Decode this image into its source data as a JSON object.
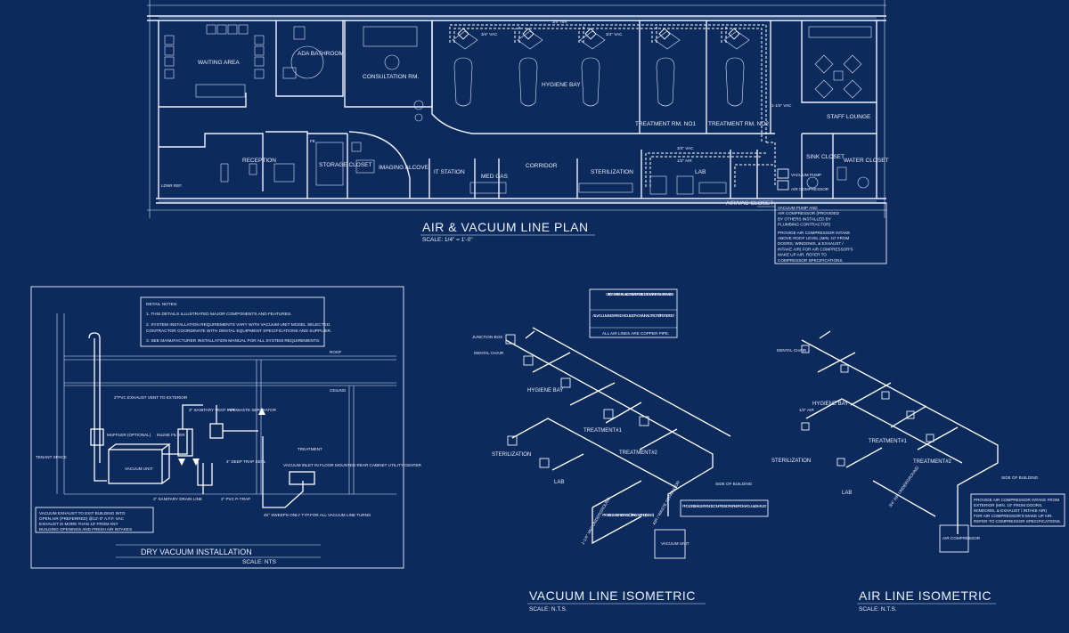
{
  "plan": {
    "title": "AIR & VACUUM LINE  PLAN",
    "scale": "SCALE: 1/4\" = 1'-0\"",
    "rooms": {
      "waiting": "WAITING AREA",
      "ada": "ADA BATHROOM",
      "consult": "CONSULTATION RM.",
      "hygiene": "HYGIENE BAY",
      "treat1": "TREATMENT RM. NO1",
      "treat2": "TREATMENT RM. NO2",
      "staff": "STAFF LOUNGE",
      "reception": "RECEPTION",
      "storage": "STORAGE CLOSET",
      "imaging": "IMAGING ALCOVE",
      "it": "IT STATION",
      "medgas": "MED GAS",
      "corridor": "CORRIDOR",
      "sterilization": "STERILIZATION",
      "lab": "LAB",
      "sink": "SINK CLOSET",
      "water": "WATER CLOSET",
      "airvac": "AIR/VAC CLOSET",
      "fe": "FE",
      "ldnr": "LDNR REF."
    },
    "pipe_labels": {
      "air34": "3/4\" AIR",
      "vac34": "3/4\" VAC",
      "air12": "1/2\" AIR",
      "vac12": "1/2\" VAC",
      "vac114": "1-1/4\" VAC"
    },
    "callouts": {
      "pump": "VACUUM PUMP",
      "air_comp": "AIR COMPRESSOR"
    },
    "note": [
      "VACUUM PUMP AND",
      "AIR COMPRESSOR (PROVIDED",
      "BY OTHERS INSTALLED BY",
      "PLUMBING CONTRACTOR)",
      "PROVIDE AIR COMPRESSOR INTAKE",
      "ABOVE ROOF LEVEL (MIN. 10' FROM",
      "DOORS, WINDOWS, & EXHAUST /",
      "INTAKE AIR) FOR AIR COMPRESSOR'S",
      "MAKE UP AIR.  REFER TO",
      "COMPRESSOR SPECIFICATIONS."
    ]
  },
  "dry": {
    "title": "DRY  VACUUM  INSTALLATION",
    "scale": "SCALE: NTS",
    "notes_header": "DETAIL NOTES:",
    "notes": [
      "1. THIS DETAILS ILLUSTRATED MAJOR COMPONENTS AND FEATURES.",
      "2. SYSTEM INSTALLATION REQUIREMENTS VARY WITH VACUUM UNIT MODEL SELECTED.",
      "CONTRACTOR COORDINATE WITH DENTAL EQUIPMENT SPECIFICATIONS AND SUPPLIER.",
      "3. SEE MANUFACTURER INSTALLATION MANUAL FOR ALL SYSTEM REQUIREMENTS."
    ],
    "labels": {
      "roof": "ROOF",
      "ceiling": "CEILING",
      "exhaust": "2\"PVC EXHAUST VENT TO EXTERIOR",
      "muffler": "MUFFLER (OPTIONAL)",
      "inline": "INLINE FILTER",
      "sanvent": "3\" SANITARY VENT PIPE",
      "airwaste": "AIR WASTE SEPARATOR",
      "trapseal": "4\" DEEP TRAP SEAL",
      "ptrap": "2\" PVC P-TRAP",
      "vacunit": "VACUUM UNIT",
      "sandrain": "2\" SANITARY DRAIN LINE",
      "tenant": "TENANT SPACE",
      "treatment": "TREATMENT",
      "inlet": "VACUUM INLET IN FLOOR MOUNTED REAR CABINET UTILITY CENTER",
      "sweeps": "45° SWEEPS ONLY TYP.FOR ALL VACUUM LINE TURNS"
    },
    "exhaust_note": [
      "VACUUM EXHAUST TO EXIT BUILDING INTO",
      "OPEN AIR (PREFERRED) @12'-0\" A.F.F. VAC",
      "EXHAUST IS MORE THAN 10' FROM ANY",
      "BUILDING OPENINGS AND FRESH AIR INTAKES"
    ]
  },
  "vac_iso": {
    "title": "VACUUM LINE  ISOMETRIC",
    "scale": "SCALE: N.T.S.",
    "legend": [
      "UTILITY CENTER AT DENTAL CHAIR. COORDINATE PRECISE LOCATIONS WITH DENTAL SHOP DRAWINGS.",
      "ALL VACUUM LINES ARE SCHEDULE 40 PVC W/ MIN. SLOPE OF 1/4\" PER 10 FEET.",
      "ALL AIR LINES ARE COPPER PIPE."
    ],
    "labels": {
      "hygiene": "HYGIENE BAY",
      "t1": "TREATMENT#1",
      "t2": "TREATMENT#2",
      "steril": "STERILIZATION",
      "lab": "LAB",
      "jbox": "JUNCTION BOX",
      "chair": "DENTAL CHAIR",
      "side": "SIDE OF BUILDING",
      "provide": "PROVIDE 10' MIN. CLEARANCE COMPRESSOR INTAKE FROM VACUUM EXHAUST.",
      "cleanout": "PROVIDE CLNG SERVICE \"WELL\" @ PIPING LOW POINT (ELBOW)",
      "unit": "VACUUM UNIT",
      "ug": "UNDERGROUND",
      "v34": "3/4\" VAC",
      "v114": "1-1/4\" VAC UNDERGROUND",
      "air_vac": "AIR / WASTE SEPARATOR"
    }
  },
  "air_iso": {
    "title": "AIR LINE  ISOMETRIC",
    "scale": "SCALE: N.T.S.",
    "labels": {
      "hygiene": "HYGIENE BAY",
      "t1": "TREATMENT#1",
      "t2": "TREATMENT#2",
      "steril": "STERILIZATION",
      "lab": "LAB",
      "chair": "DENTAL CHAIR",
      "side": "SIDE OF BUILDING",
      "comp": "AIR COMPRESSOR",
      "a12": "1/2\" AIR",
      "a34u": "3/4\" AIR UNDERGROUND"
    },
    "note": [
      "PROVIDE AIR COMPRESSOR INTAKE FROM",
      "EXTERIOR (MIN. 10' FROM DOORS,",
      "WINDOWS, & EXHAUST / INTAKE AIR)",
      "FOR AIR COMPRESSOR'S MAKE UP AIR.",
      "REFER TO COMPRESSOR SPECIFICATIONS."
    ]
  }
}
